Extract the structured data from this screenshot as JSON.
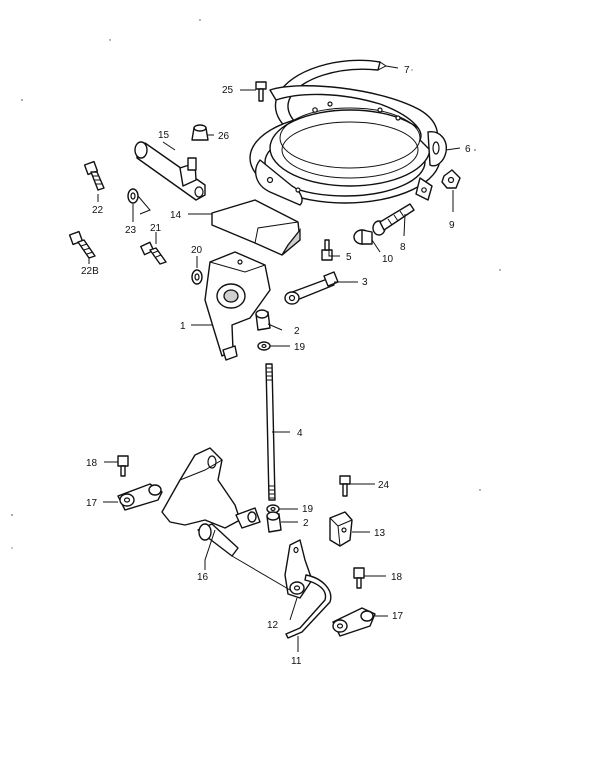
{
  "callouts": {
    "c1": "1",
    "c2a": "2",
    "c2b": "2",
    "c3": "3",
    "c4": "4",
    "c5": "5",
    "c6": "6",
    "c7": "7",
    "c8": "8",
    "c9": "9",
    "c10": "10",
    "c11": "11",
    "c12": "12",
    "c13": "13",
    "c14": "14",
    "c15": "15",
    "c16": "16",
    "c17a": "17",
    "c17b": "17",
    "c18a": "18",
    "c18b": "18",
    "c19a": "19",
    "c19b": "19",
    "c20": "20",
    "c21": "21",
    "c22": "22",
    "c22b": "22B",
    "c23": "23",
    "c24": "24",
    "c25": "25",
    "c26": "26"
  }
}
